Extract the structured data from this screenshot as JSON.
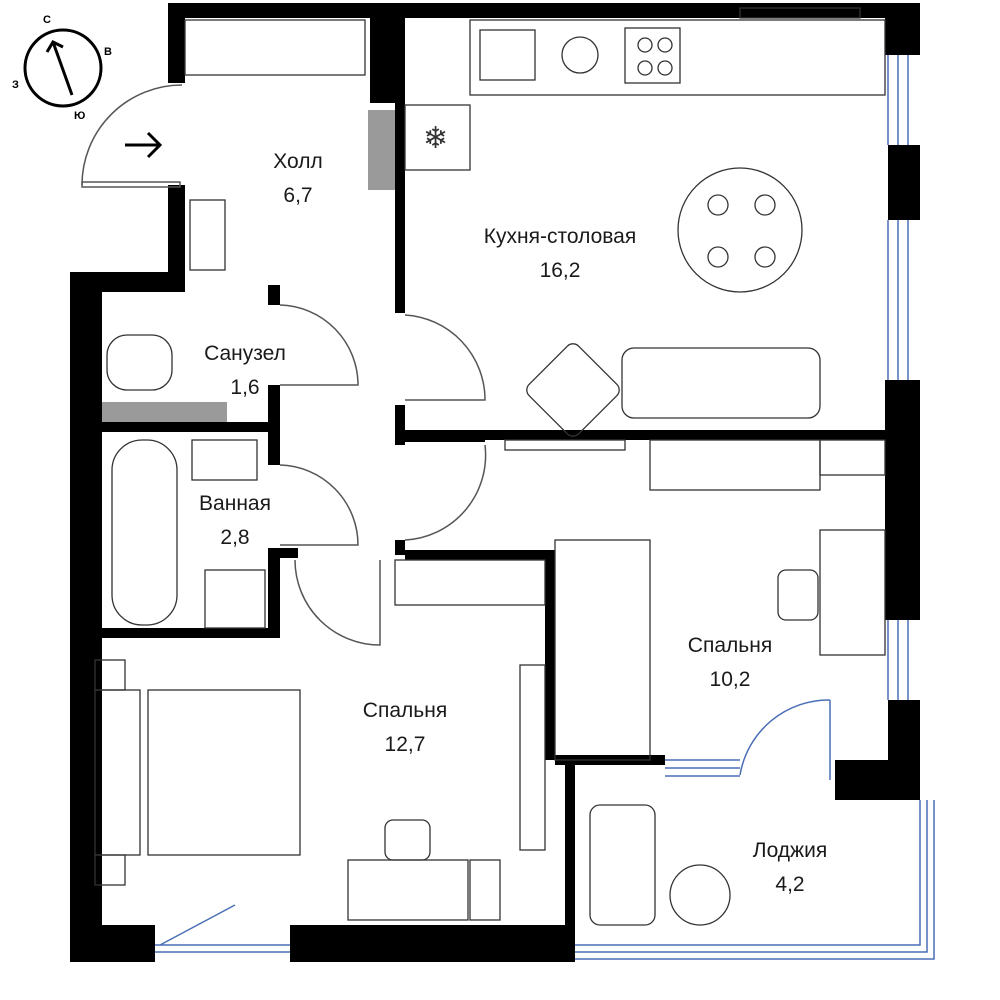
{
  "compass": {
    "north": "С",
    "east": "В",
    "south": "Ю",
    "west": "З"
  },
  "rooms": [
    {
      "name": "Холл",
      "area": "6,7"
    },
    {
      "name": "Кухня-столовая",
      "area": "16,2"
    },
    {
      "name": "Санузел",
      "area": "1,6"
    },
    {
      "name": "Ванная",
      "area": "2,8"
    },
    {
      "name": "Спальня",
      "area": "12,7"
    },
    {
      "name": "Спальня",
      "area": "10,2"
    },
    {
      "name": "Лоджия",
      "area": "4,2"
    }
  ],
  "colors": {
    "wall": "#000000",
    "window": "#4a6fb5",
    "shaft": "#9a9a9a",
    "line": "#333333"
  }
}
